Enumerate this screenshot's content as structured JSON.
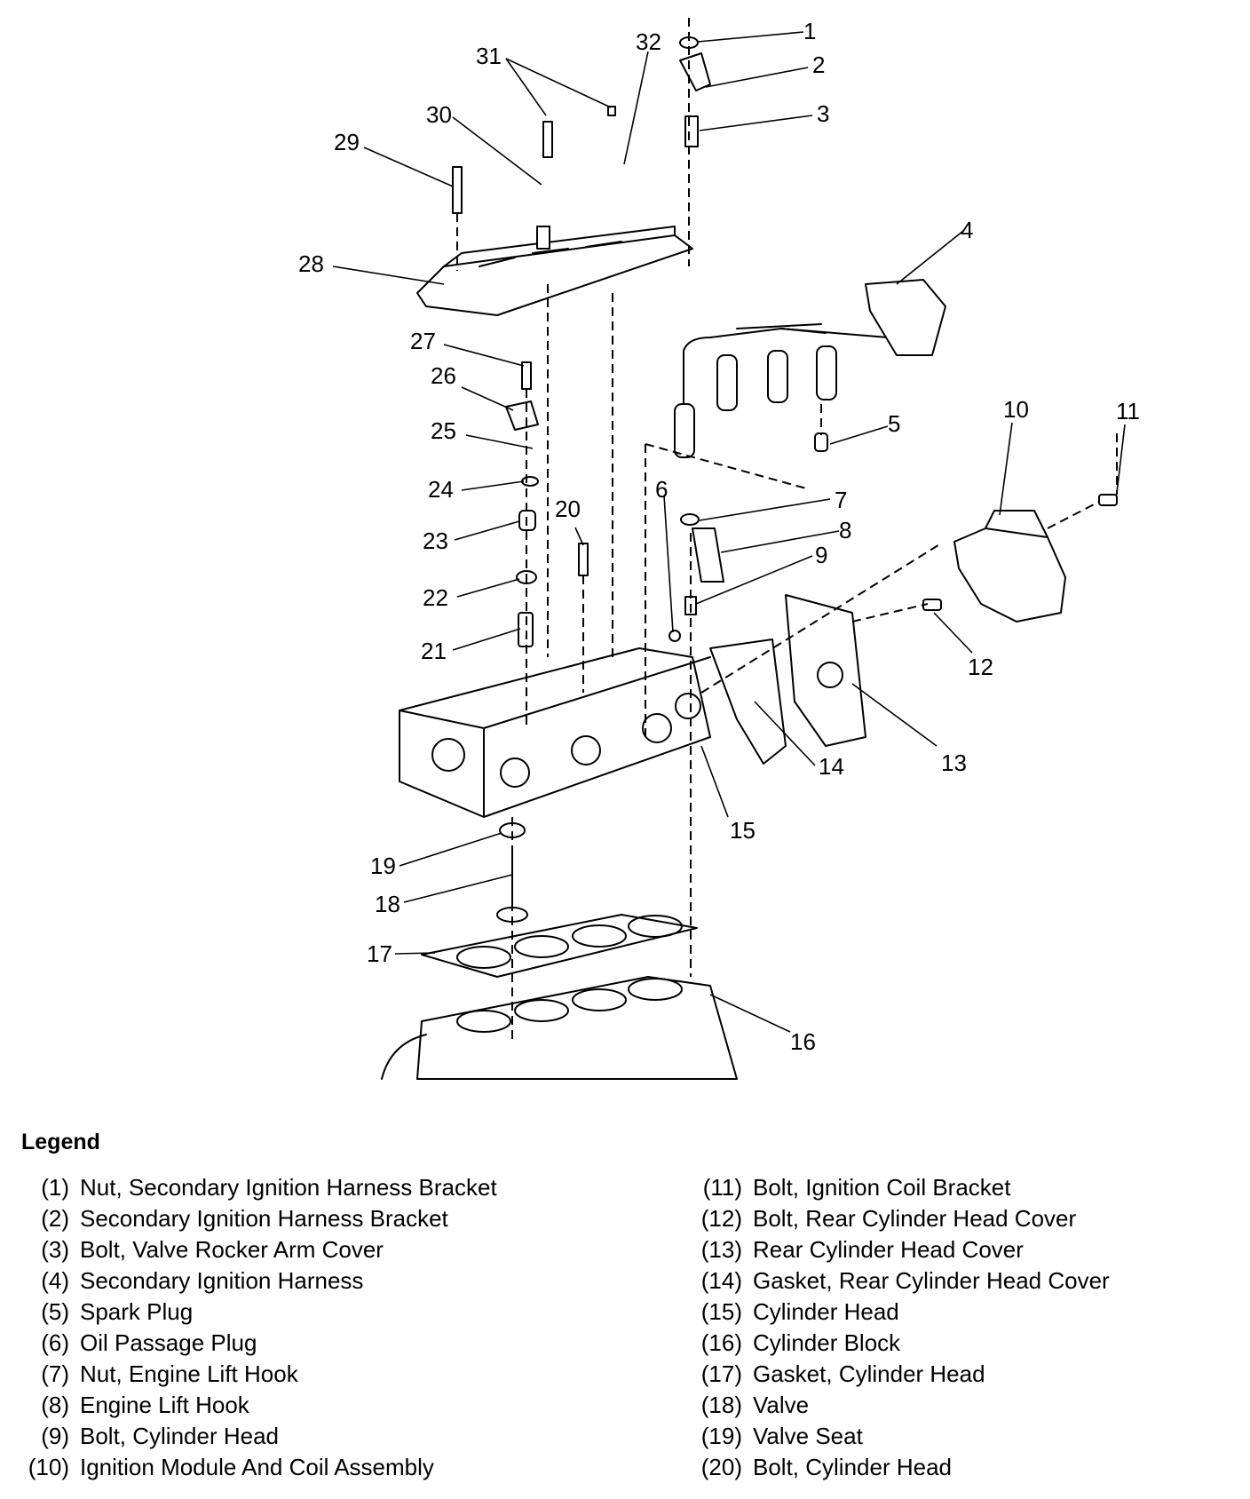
{
  "callouts": [
    "1",
    "2",
    "3",
    "4",
    "5",
    "6",
    "7",
    "8",
    "9",
    "10",
    "11",
    "12",
    "13",
    "14",
    "15",
    "16",
    "17",
    "18",
    "19",
    "20",
    "21",
    "22",
    "23",
    "24",
    "25",
    "26",
    "27",
    "28",
    "29",
    "30",
    "31",
    "32"
  ],
  "legend": {
    "title": "Legend",
    "left": [
      {
        "num": "(1)",
        "text": "Nut, Secondary Ignition Harness Bracket"
      },
      {
        "num": "(2)",
        "text": "Secondary Ignition Harness Bracket"
      },
      {
        "num": "(3)",
        "text": "Bolt, Valve Rocker Arm Cover"
      },
      {
        "num": "(4)",
        "text": "Secondary Ignition Harness"
      },
      {
        "num": "(5)",
        "text": "Spark Plug"
      },
      {
        "num": "(6)",
        "text": "Oil Passage Plug"
      },
      {
        "num": "(7)",
        "text": "Nut, Engine Lift Hook"
      },
      {
        "num": "(8)",
        "text": "Engine Lift Hook"
      },
      {
        "num": "(9)",
        "text": "Bolt, Cylinder Head"
      },
      {
        "num": "(10)",
        "text": "Ignition Module And Coil Assembly"
      }
    ],
    "right": [
      {
        "num": "(11)",
        "text": "Bolt, Ignition Coil Bracket"
      },
      {
        "num": "(12)",
        "text": "Bolt, Rear Cylinder Head Cover"
      },
      {
        "num": "(13)",
        "text": "Rear Cylinder Head Cover"
      },
      {
        "num": "(14)",
        "text": "Gasket, Rear Cylinder Head Cover"
      },
      {
        "num": "(15)",
        "text": "Cylinder Head"
      },
      {
        "num": "(16)",
        "text": "Cylinder Block"
      },
      {
        "num": "(17)",
        "text": "Gasket, Cylinder Head"
      },
      {
        "num": "(18)",
        "text": "Valve"
      },
      {
        "num": "(19)",
        "text": "Valve Seat"
      },
      {
        "num": "(20)",
        "text": "Bolt, Cylinder Head"
      }
    ]
  }
}
